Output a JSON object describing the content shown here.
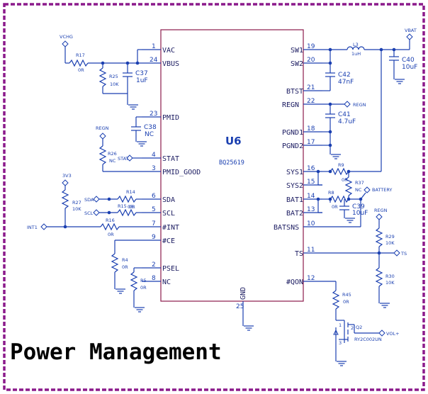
{
  "title": "Power Management",
  "ic": {
    "ref": "U6",
    "part": "BQ25619"
  },
  "pins_left": [
    {
      "num": "1",
      "name": "VAC"
    },
    {
      "num": "24",
      "name": "VBUS"
    },
    {
      "num": "23",
      "name": "PMID"
    },
    {
      "num": "4",
      "name": "STAT"
    },
    {
      "num": "3",
      "name": "PMID_GOOD"
    },
    {
      "num": "6",
      "name": "SDA"
    },
    {
      "num": "5",
      "name": "SCL"
    },
    {
      "num": "7",
      "name": "#INT"
    },
    {
      "num": "9",
      "name": "#CE"
    },
    {
      "num": "2",
      "name": "PSEL"
    },
    {
      "num": "8",
      "name": "NC"
    }
  ],
  "pins_right": [
    {
      "num": "19",
      "name": "SW1"
    },
    {
      "num": "20",
      "name": "SW2"
    },
    {
      "num": "21",
      "name": "BTST"
    },
    {
      "num": "22",
      "name": "REGN"
    },
    {
      "num": "18",
      "name": "PGND1"
    },
    {
      "num": "17",
      "name": "PGND2"
    },
    {
      "num": "16",
      "name": "SYS1"
    },
    {
      "num": "15",
      "name": "SYS2"
    },
    {
      "num": "14",
      "name": "BAT1"
    },
    {
      "num": "13",
      "name": "BAT2"
    },
    {
      "num": "10",
      "name": "BATSNS"
    },
    {
      "num": "11",
      "name": "TS"
    },
    {
      "num": "12",
      "name": "#QON"
    }
  ],
  "pin_bottom": {
    "num": "25",
    "name": "GND"
  },
  "nets": {
    "vchg": "VCHG",
    "vbat": "VBAT",
    "regn1": "REGN",
    "regn2": "REGN",
    "regn3": "REGN",
    "stat": "STAT",
    "v3v3": "3V3",
    "sda": "SDA",
    "scl": "SCL",
    "int": "INT1",
    "battery": "BATTERY",
    "ts": "TS",
    "vol": "VOL+"
  },
  "components": {
    "r17": {
      "ref": "R17",
      "val": "0R"
    },
    "r25": {
      "ref": "R25",
      "val": "10K"
    },
    "c37": {
      "ref": "C37",
      "val": "1uF"
    },
    "c38": {
      "ref": "C38",
      "val": "NC"
    },
    "r26": {
      "ref": "R26",
      "val": "NC"
    },
    "r27": {
      "ref": "R27",
      "val": "10K"
    },
    "r14": {
      "ref": "R14",
      "val": "0R"
    },
    "r15": {
      "ref": "R15",
      "val": "0R"
    },
    "r16": {
      "ref": "R16",
      "val": "0R"
    },
    "r4": {
      "ref": "R4",
      "val": "0R"
    },
    "r5": {
      "ref": "R5",
      "val": "0R"
    },
    "l3": {
      "ref": "L3",
      "val": "1uH"
    },
    "c40": {
      "ref": "C40",
      "val": "10uF"
    },
    "c42": {
      "ref": "C42",
      "val": "47nF"
    },
    "c41": {
      "ref": "C41",
      "val": "4.7uF"
    },
    "r9": {
      "ref": "R9",
      "val": "0R"
    },
    "r8": {
      "ref": "R8",
      "val": "0R"
    },
    "r37": {
      "ref": "R37",
      "val": "NC"
    },
    "c39": {
      "ref": "C39",
      "val": "10uF"
    },
    "r29": {
      "ref": "R29",
      "val": "10K"
    },
    "r30": {
      "ref": "R30",
      "val": "10K"
    },
    "r45": {
      "ref": "R45",
      "val": "0R"
    },
    "q2": {
      "ref": "Q2",
      "val": "RY2C002UN"
    },
    "q2pins": {
      "p1": "1",
      "p2": "2",
      "p3": "3"
    }
  },
  "colors": {
    "border": "#8b1a8b",
    "wire": "#1a3fb0",
    "ic_outline": "#8b1a4b"
  }
}
